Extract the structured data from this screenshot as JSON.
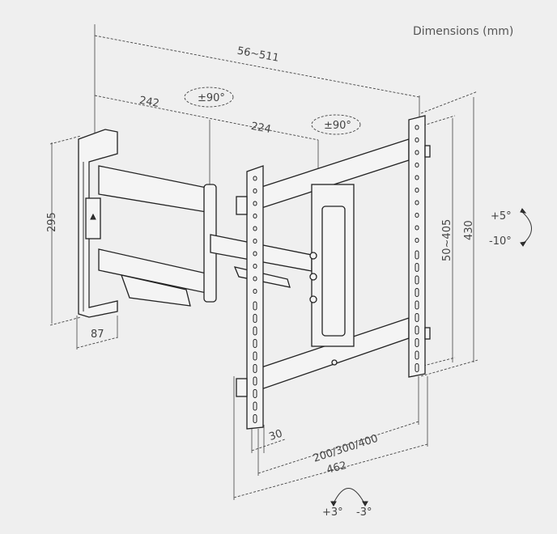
{
  "title": "Dimensions (mm)",
  "dimensions": {
    "arm_extension": "56~511",
    "first_arm": "242",
    "second_arm": "224",
    "wall_plate_height": "295",
    "wall_plate_depth": "87",
    "vesa_vertical": "50~405",
    "head_height": "430",
    "rail_width": "30",
    "vesa_horizontal": "200/300/400",
    "head_width": "462"
  },
  "rotations": {
    "swivel_1": "±90°",
    "swivel_2": "±90°",
    "tilt_up": "+5°",
    "tilt_down": "-10°",
    "level_plus": "+3°",
    "level_minus": "-3°"
  }
}
